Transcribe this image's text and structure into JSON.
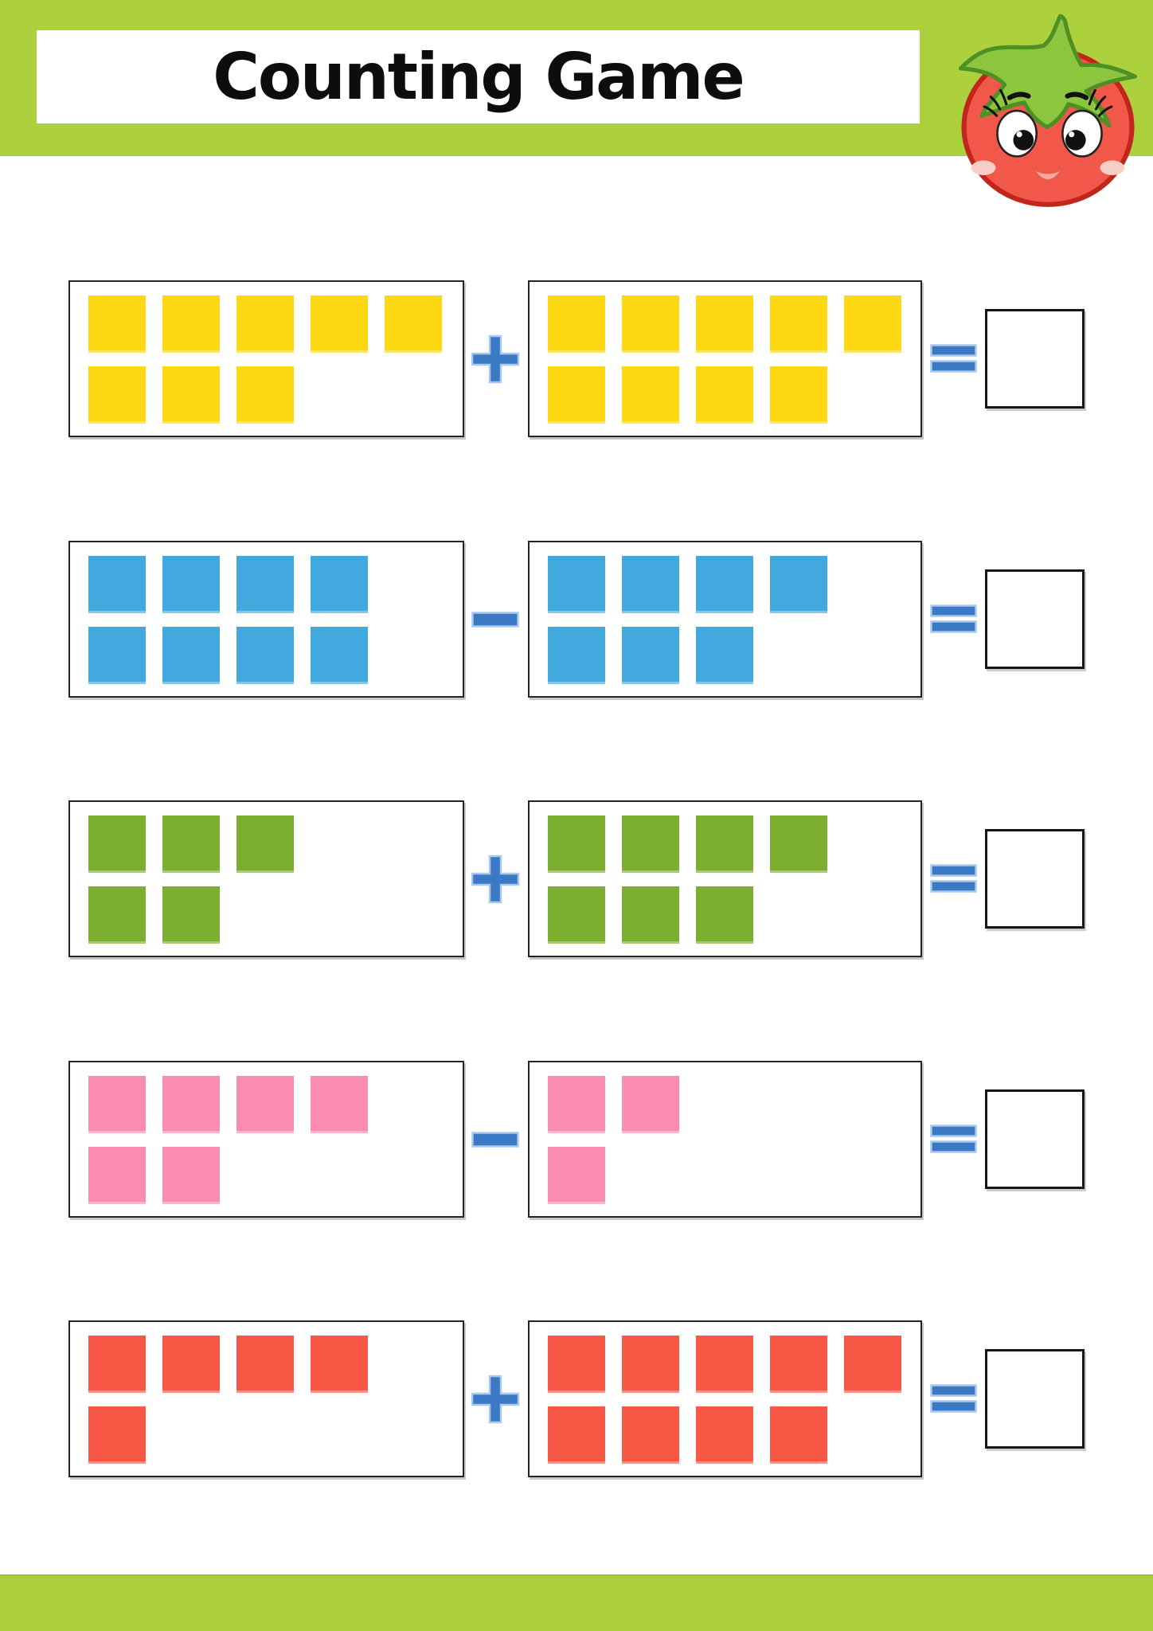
{
  "page": {
    "title": "Counting Game",
    "mascot": "tomato-mascot-icon",
    "colors": {
      "header_green": "#ADD13C",
      "operator_blue": "#3B79C4",
      "operator_edge": "#A9C9EC",
      "box_border": "#242424",
      "tomato_body": "#F2584A",
      "tomato_outline": "#C1251C",
      "leaf_green": "#8CC63E"
    }
  },
  "problems": [
    {
      "color_name": "yellow",
      "color": "#FFD814",
      "operator": "+",
      "left_arrangement": [
        5,
        3
      ],
      "left_count": 8,
      "right_arrangement": [
        5,
        4
      ],
      "right_count": 9,
      "answer": ""
    },
    {
      "color_name": "blue",
      "color": "#42A9DE",
      "operator": "−",
      "left_arrangement": [
        4,
        4
      ],
      "left_count": 8,
      "right_arrangement": [
        4,
        3
      ],
      "right_count": 7,
      "answer": ""
    },
    {
      "color_name": "green",
      "color": "#7CAE30",
      "operator": "+",
      "left_arrangement": [
        3,
        2
      ],
      "left_count": 5,
      "right_arrangement": [
        4,
        3
      ],
      "right_count": 7,
      "answer": ""
    },
    {
      "color_name": "pink",
      "color": "#FA8CB4",
      "operator": "−",
      "left_arrangement": [
        4,
        2
      ],
      "left_count": 6,
      "right_arrangement": [
        2,
        1
      ],
      "right_count": 3,
      "answer": ""
    },
    {
      "color_name": "red",
      "color": "#F95746",
      "operator": "+",
      "left_arrangement": [
        4,
        1
      ],
      "left_count": 5,
      "right_arrangement": [
        5,
        4
      ],
      "right_count": 9,
      "answer": ""
    }
  ]
}
